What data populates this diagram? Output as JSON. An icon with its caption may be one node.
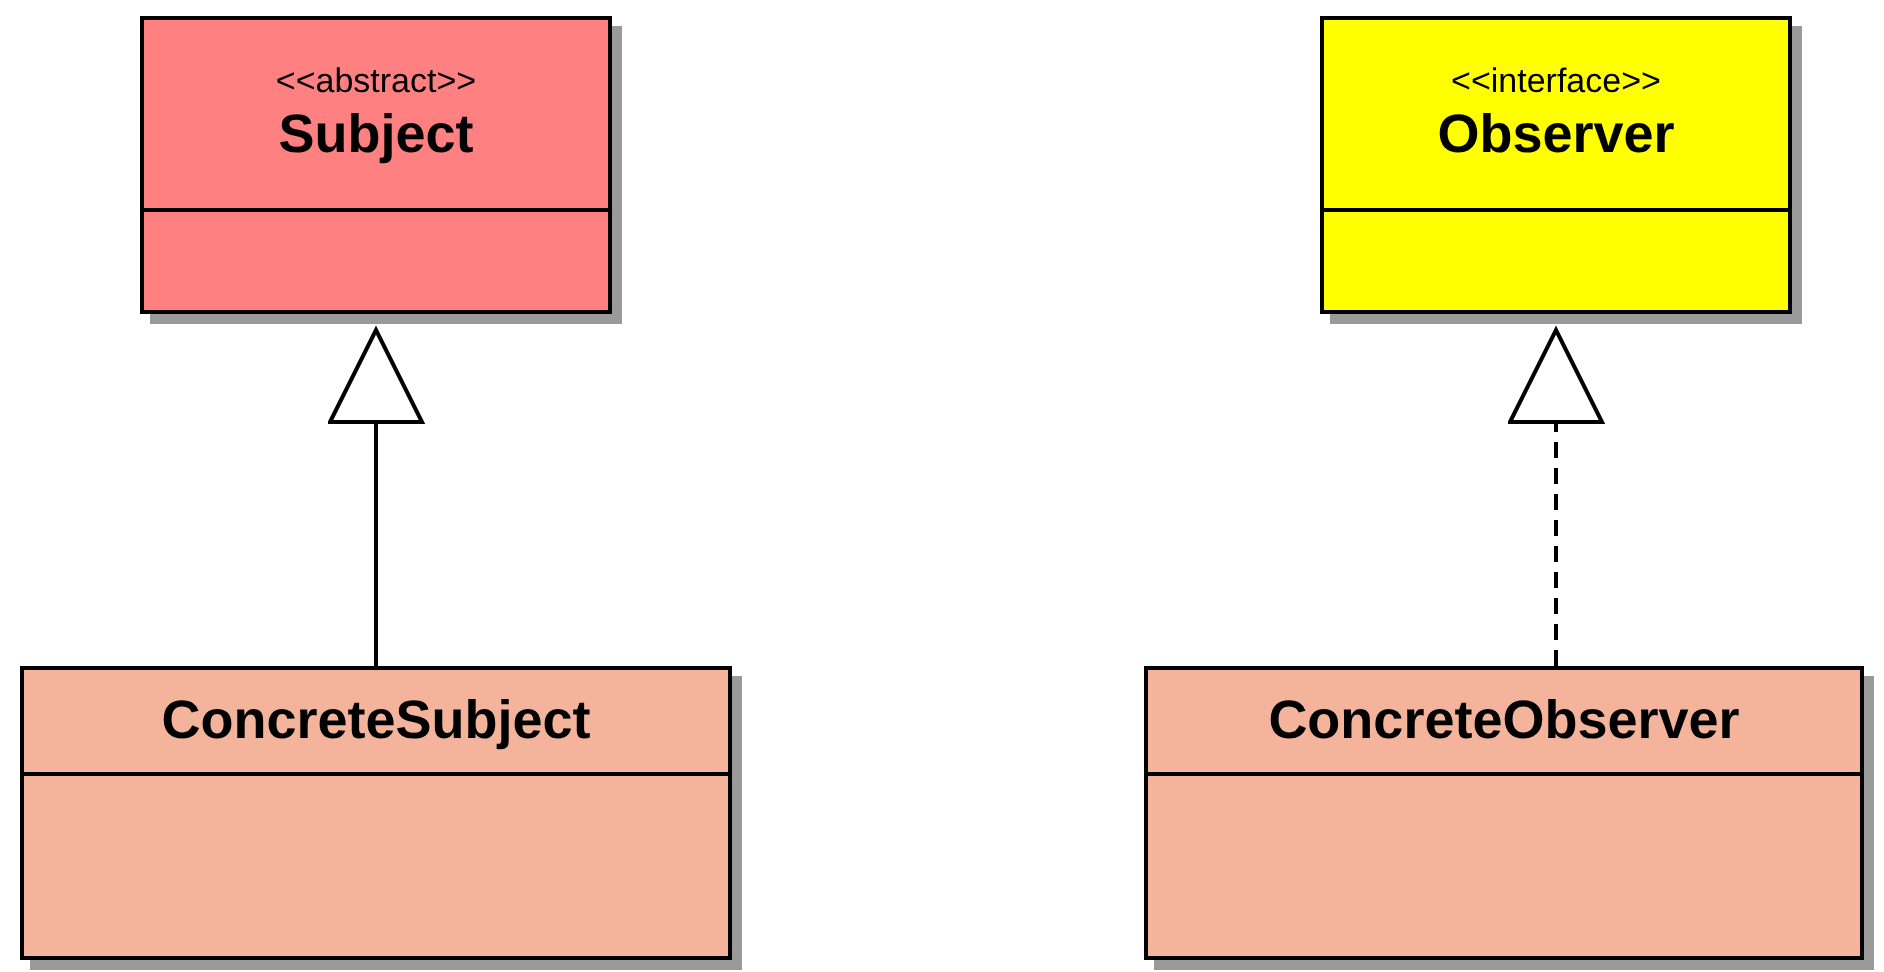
{
  "diagram": {
    "nodes": [
      {
        "text": [
          "<<abstract>>",
          "Subject"
        ]
      },
      {
        "text": [
          "<<interface>>",
          "Observer"
        ]
      },
      {
        "text": [
          "ConcreteSubject"
        ]
      },
      {
        "text": [
          "ConcreteObserver"
        ]
      }
    ],
    "edges": [
      {
        "from": 2,
        "to": 0,
        "arrow": "to"
      },
      {
        "from": 3,
        "to": 1,
        "arrow": "to",
        "style": "dashed"
      }
    ]
  }
}
